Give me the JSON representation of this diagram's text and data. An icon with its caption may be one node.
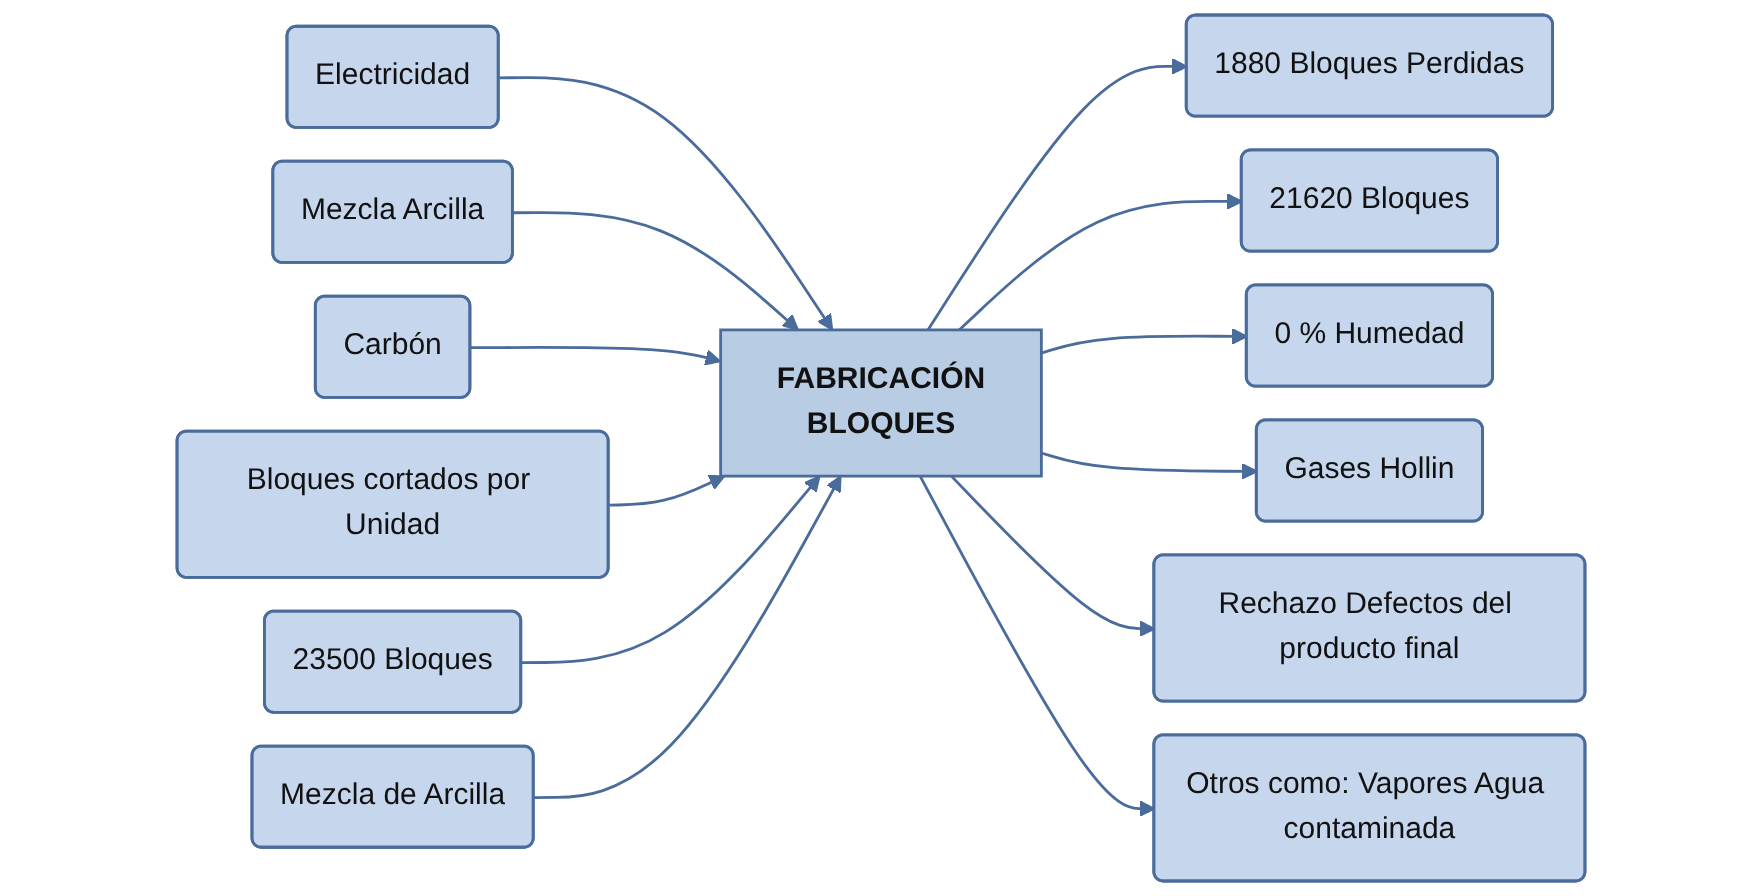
{
  "diagram": {
    "nodes": [
      {
        "text": [
          "Electricidad"
        ]
      },
      {
        "text": [
          "Mezcla Arcilla"
        ]
      },
      {
        "text": [
          "Carbón"
        ]
      },
      {
        "text": [
          "Bloques cortados por Unidad"
        ]
      },
      {
        "text": [
          "23500 Bloques"
        ]
      },
      {
        "text": [
          "Mezcla de Arcilla"
        ]
      },
      {
        "text": [
          "FABRICACIÓN",
          "BLOQUES"
        ]
      },
      {
        "text": [
          "1880 Bloques Perdidas"
        ]
      },
      {
        "text": [
          "21620 Bloques"
        ]
      },
      {
        "text": [
          "0 % Humedad"
        ]
      },
      {
        "text": [
          "Gases Hollin"
        ]
      },
      {
        "text": [
          "Rechazo Defectos del producto final"
        ]
      },
      {
        "text": [
          "Otros como: Vapores Agua contaminada"
        ]
      }
    ],
    "edges": [
      {
        "from": 0,
        "to": 6,
        "arrow": "to"
      },
      {
        "from": 1,
        "to": 6,
        "arrow": "to"
      },
      {
        "from": 2,
        "to": 6,
        "arrow": "to"
      },
      {
        "from": 3,
        "to": 6,
        "arrow": "to"
      },
      {
        "from": 4,
        "to": 6,
        "arrow": "to"
      },
      {
        "from": 5,
        "to": 6,
        "arrow": "to"
      },
      {
        "from": 6,
        "to": 7,
        "arrow": "to"
      },
      {
        "from": 6,
        "to": 8,
        "arrow": "to"
      },
      {
        "from": 6,
        "to": 9,
        "arrow": "to"
      },
      {
        "from": 6,
        "to": 10,
        "arrow": "to"
      },
      {
        "from": 6,
        "to": 11,
        "arrow": "to"
      },
      {
        "from": 6,
        "to": 12,
        "arrow": "to"
      }
    ]
  }
}
